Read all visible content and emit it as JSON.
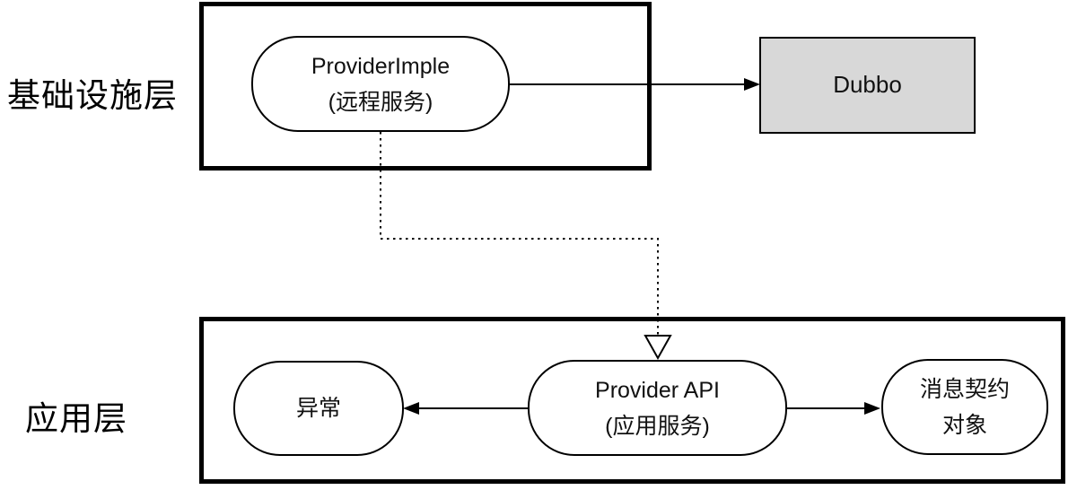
{
  "diagram": {
    "layers": [
      {
        "label": "基础设施层"
      },
      {
        "label": "应用层"
      }
    ],
    "nodes": {
      "provider_imple": {
        "line1": "ProviderImple",
        "line2": "(远程服务)"
      },
      "dubbo": {
        "label": "Dubbo"
      },
      "exception": {
        "label": "异常"
      },
      "provider_api": {
        "line1": "Provider API",
        "line2": "(应用服务)"
      },
      "message_contract": {
        "line1": "消息契约",
        "line2": "对象"
      }
    },
    "edges": [
      {
        "from": "ProviderImple (远程服务)",
        "to": "Dubbo",
        "line": "solid",
        "arrowhead": "filled"
      },
      {
        "from": "ProviderImple (远程服务)",
        "to": "Provider API (应用服务)",
        "line": "dashed",
        "arrowhead": "hollow-triangle"
      },
      {
        "from": "Provider API (应用服务)",
        "to": "异常",
        "line": "solid",
        "arrowhead": "filled"
      },
      {
        "from": "Provider API (应用服务)",
        "to": "消息契约对象",
        "line": "solid",
        "arrowhead": "filled"
      }
    ],
    "colors": {
      "line": "#000000",
      "dubbo_fill": "#d8d8d8",
      "node_fill": "#ffffff",
      "text": "#111111",
      "background": "#ffffff"
    }
  }
}
